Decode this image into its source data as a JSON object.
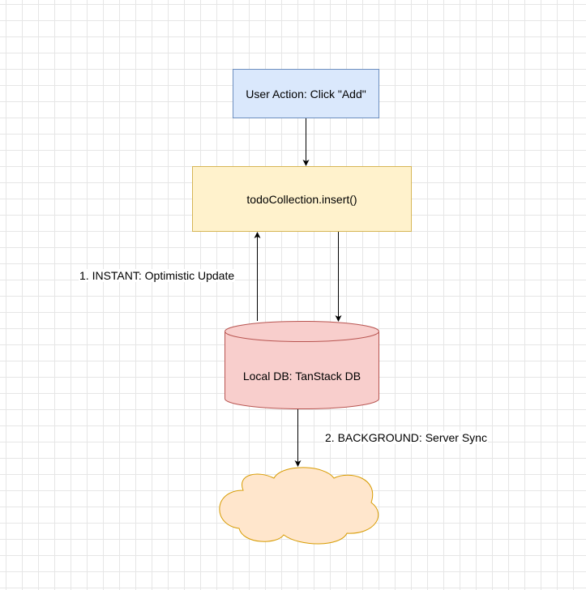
{
  "diagram": {
    "nodes": {
      "user_action": {
        "label": "User Action: Click \"Add\"",
        "shape": "rectangle",
        "fill": "#dae8fc",
        "stroke": "#6c8ebf"
      },
      "insert": {
        "label": "todoCollection.insert()",
        "shape": "rectangle",
        "fill": "#fff2cc",
        "stroke": "#d6b656"
      },
      "local_db": {
        "label": "Local DB: TanStack DB",
        "shape": "cylinder",
        "fill": "#f8cecc",
        "stroke": "#b85450"
      },
      "server": {
        "label": "",
        "shape": "cloud",
        "fill": "#ffe6cc",
        "stroke": "#d79b00"
      }
    },
    "edges": [
      {
        "from": "user_action",
        "to": "insert",
        "label": ""
      },
      {
        "from": "insert",
        "to": "local_db",
        "label": ""
      },
      {
        "from": "local_db",
        "to": "insert",
        "label": "1. INSTANT: Optimistic Update"
      },
      {
        "from": "local_db",
        "to": "server",
        "label": "2. BACKGROUND: Server Sync"
      }
    ],
    "edge_labels": {
      "instant": "1. INSTANT: Optimistic Update",
      "background": "2. BACKGROUND: Server Sync"
    },
    "colors": {
      "edge": "#000000",
      "grid": "#e6e6e6",
      "background": "#ffffff"
    }
  }
}
